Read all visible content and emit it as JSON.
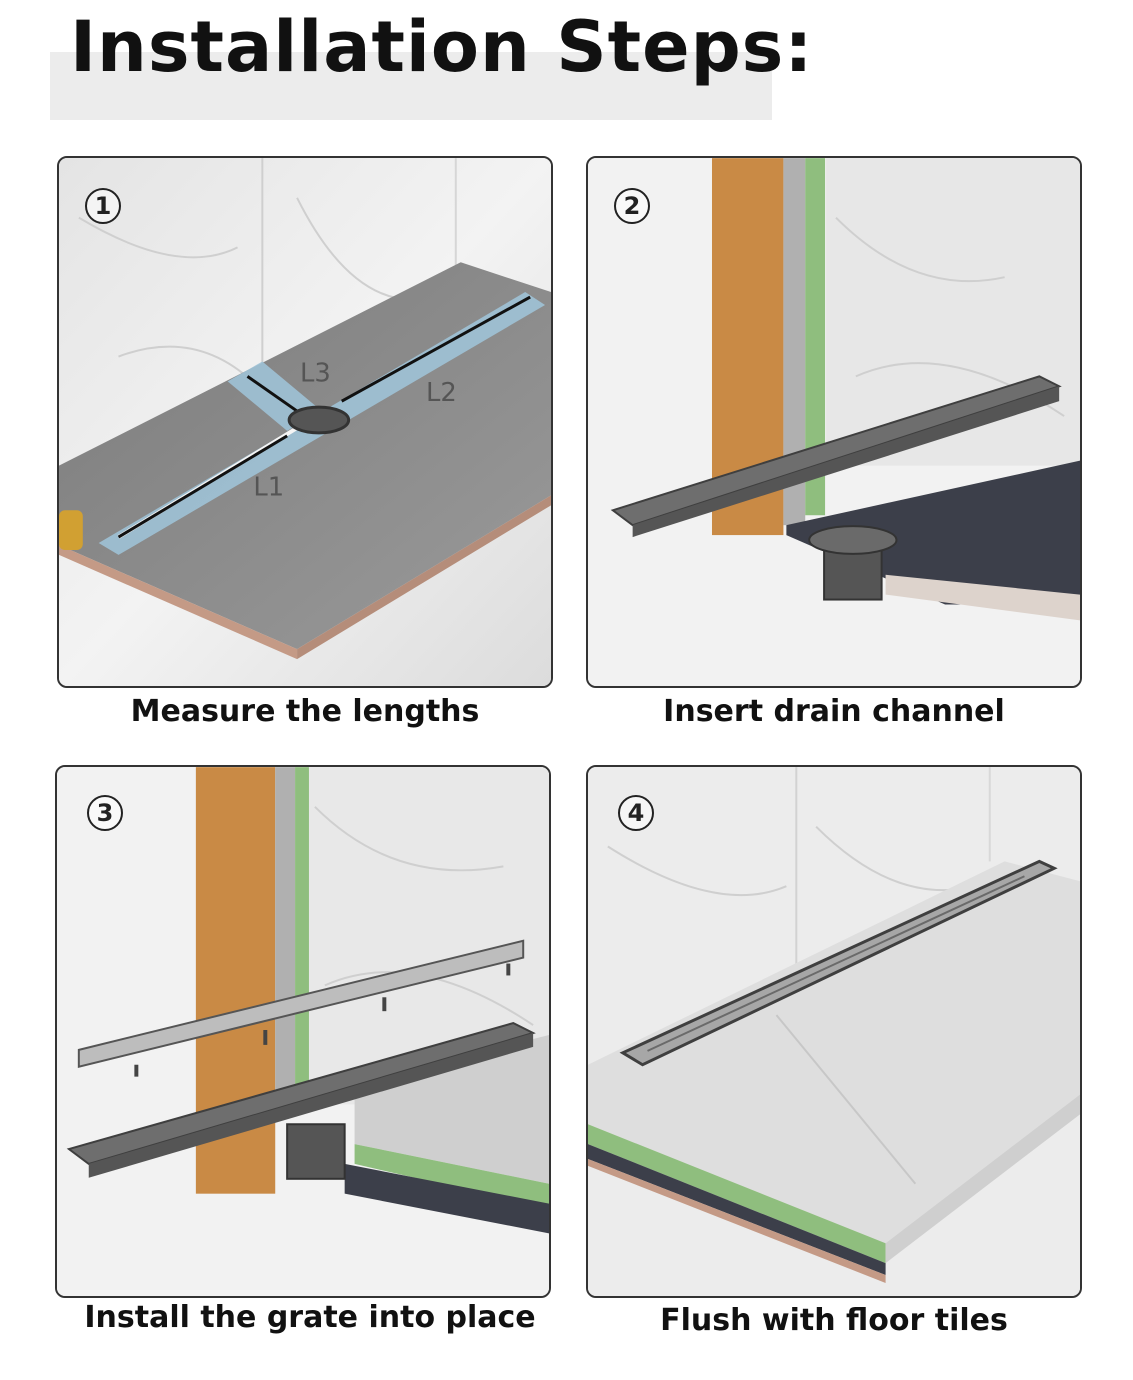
{
  "title": "Installation  Steps:",
  "steps": [
    {
      "number": "1",
      "caption": "Measure the lengths",
      "labels": [
        "L3",
        "L2",
        "L1"
      ]
    },
    {
      "number": "2",
      "caption": "Insert drain channel"
    },
    {
      "number": "3",
      "caption": "Install the grate into place"
    },
    {
      "number": "4",
      "caption": "Flush with floor tiles"
    }
  ],
  "colors": {
    "tape": "#9ec2d6",
    "wood": "#c98a45",
    "membrane": "#8fbe7e",
    "channel": "#6e6e6e",
    "floor": "#8a8a8a",
    "edge": "#c49a86"
  }
}
